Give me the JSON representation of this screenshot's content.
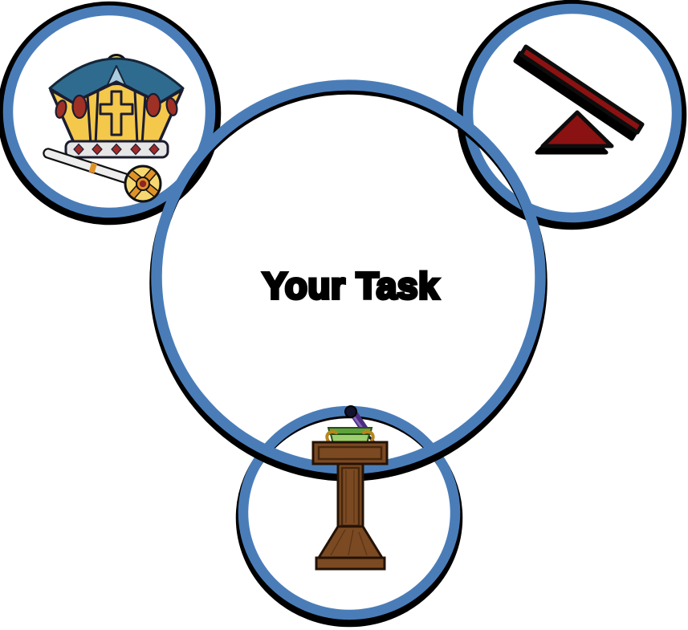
{
  "diagram": {
    "center_label": "Your Task",
    "nodes": [
      {
        "id": "crown",
        "icon": "crown-scepter-icon",
        "position": "top-left"
      },
      {
        "id": "seesaw",
        "icon": "seesaw-lever-icon",
        "position": "top-right"
      },
      {
        "id": "lectern",
        "icon": "podium-lectern-icon",
        "position": "bottom-center"
      }
    ]
  },
  "colors": {
    "background": "#ffffff",
    "ring_blue": "#4a7db8",
    "ring_shadow": "#000000",
    "text_black": "#000000",
    "seesaw_red": "#8b1212",
    "podium_brown": "#7b4a22",
    "book_green": "#9ccf6d",
    "book_green_dark": "#5fa23c",
    "mic_purple": "#4b2d7f",
    "crown_gold": "#f4c84b",
    "crown_canopy_blue": "#2f6b8f",
    "crown_gem_red": "#9e3026",
    "crown_base_silver": "#e6e6e6",
    "scepter_orange": "#e09226"
  }
}
